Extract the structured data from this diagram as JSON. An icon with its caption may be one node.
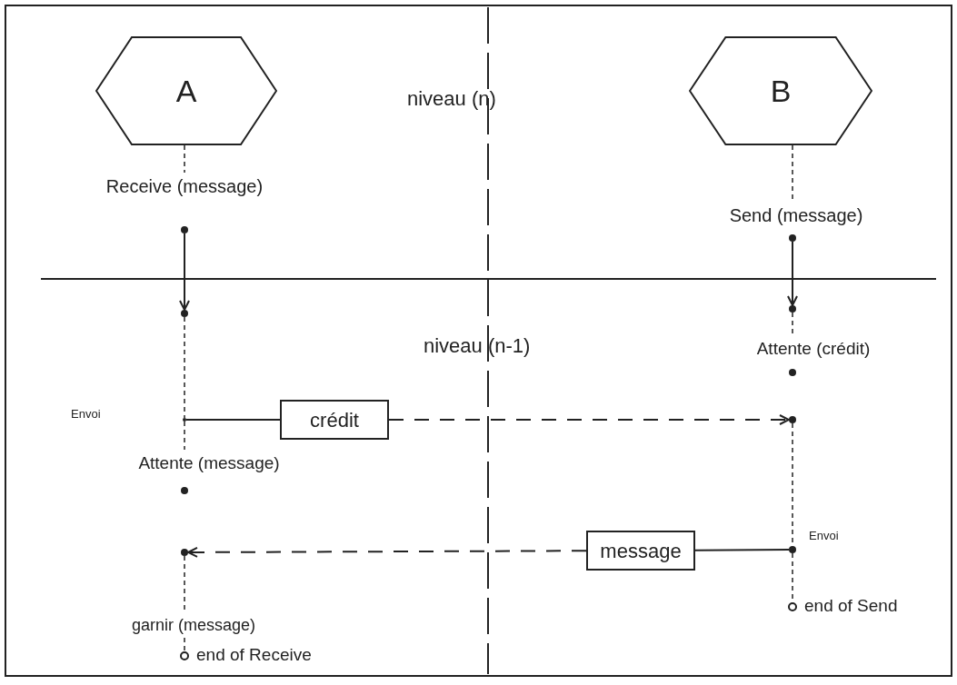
{
  "diagram": {
    "nodes": [
      {
        "text": [
          "A"
        ]
      },
      {
        "text": [
          "B"
        ]
      },
      {
        "text": [
          "Receive (message)"
        ]
      },
      {
        "text": [],
        "shape": "dot"
      },
      {
        "text": [],
        "shape": "dot"
      },
      {
        "text": [],
        "shape": "dot"
      },
      {
        "text": [
          "crédit"
        ]
      },
      {
        "text": [
          "Attente (message)"
        ]
      },
      {
        "text": [],
        "shape": "dot"
      },
      {
        "text": [],
        "shape": "dot"
      },
      {
        "text": [
          "garnir (message)"
        ]
      },
      {
        "text": [],
        "shape": "circle",
        "beside": [
          "end of Receive"
        ]
      },
      {
        "text": [
          "Send (message)"
        ]
      },
      {
        "text": [],
        "shape": "dot"
      },
      {
        "text": [],
        "shape": "dot"
      },
      {
        "text": [
          "Attente (crédit)"
        ]
      },
      {
        "text": [],
        "shape": "dot"
      },
      {
        "text": [],
        "shape": "dot"
      },
      {
        "text": [
          "message"
        ]
      },
      {
        "text": [],
        "shape": "dot"
      },
      {
        "text": [],
        "shape": "circle",
        "beside": [
          "end of Send"
        ]
      }
    ],
    "edges": [
      {
        "from": 0,
        "to": 2,
        "arrow": "none",
        "style": "dashed"
      },
      {
        "from": 3,
        "to": 4,
        "arrow": "to"
      },
      {
        "from": 4,
        "to": 5,
        "arrow": "none",
        "style": "dashed"
      },
      {
        "from": 5,
        "to": 6,
        "arrow": "none"
      },
      {
        "from": 6,
        "to": 17,
        "arrow": "to",
        "style": "dashed"
      },
      {
        "from": 5,
        "to": 7,
        "arrow": "none",
        "style": "dashed"
      },
      {
        "from": 9,
        "to": 10,
        "arrow": "none",
        "style": "dashed"
      },
      {
        "from": 10,
        "to": 11,
        "arrow": "none",
        "style": "dashed"
      },
      {
        "from": 18,
        "to": 9,
        "arrow": "to",
        "style": "dashed"
      },
      {
        "from": 19,
        "to": 18,
        "arrow": "none"
      },
      {
        "from": 1,
        "to": 12,
        "arrow": "none",
        "style": "dashed"
      },
      {
        "from": 13,
        "to": 14,
        "arrow": "to"
      },
      {
        "from": 14,
        "to": 15,
        "arrow": "none",
        "style": "dashed"
      },
      {
        "from": 17,
        "to": 19,
        "arrow": "none",
        "style": "dashed"
      },
      {
        "from": 19,
        "to": 20,
        "arrow": "none",
        "style": "dashed"
      }
    ],
    "labels": [
      "niveau (n)",
      "niveau (n-1)",
      "Envoi",
      "Envoi"
    ]
  }
}
